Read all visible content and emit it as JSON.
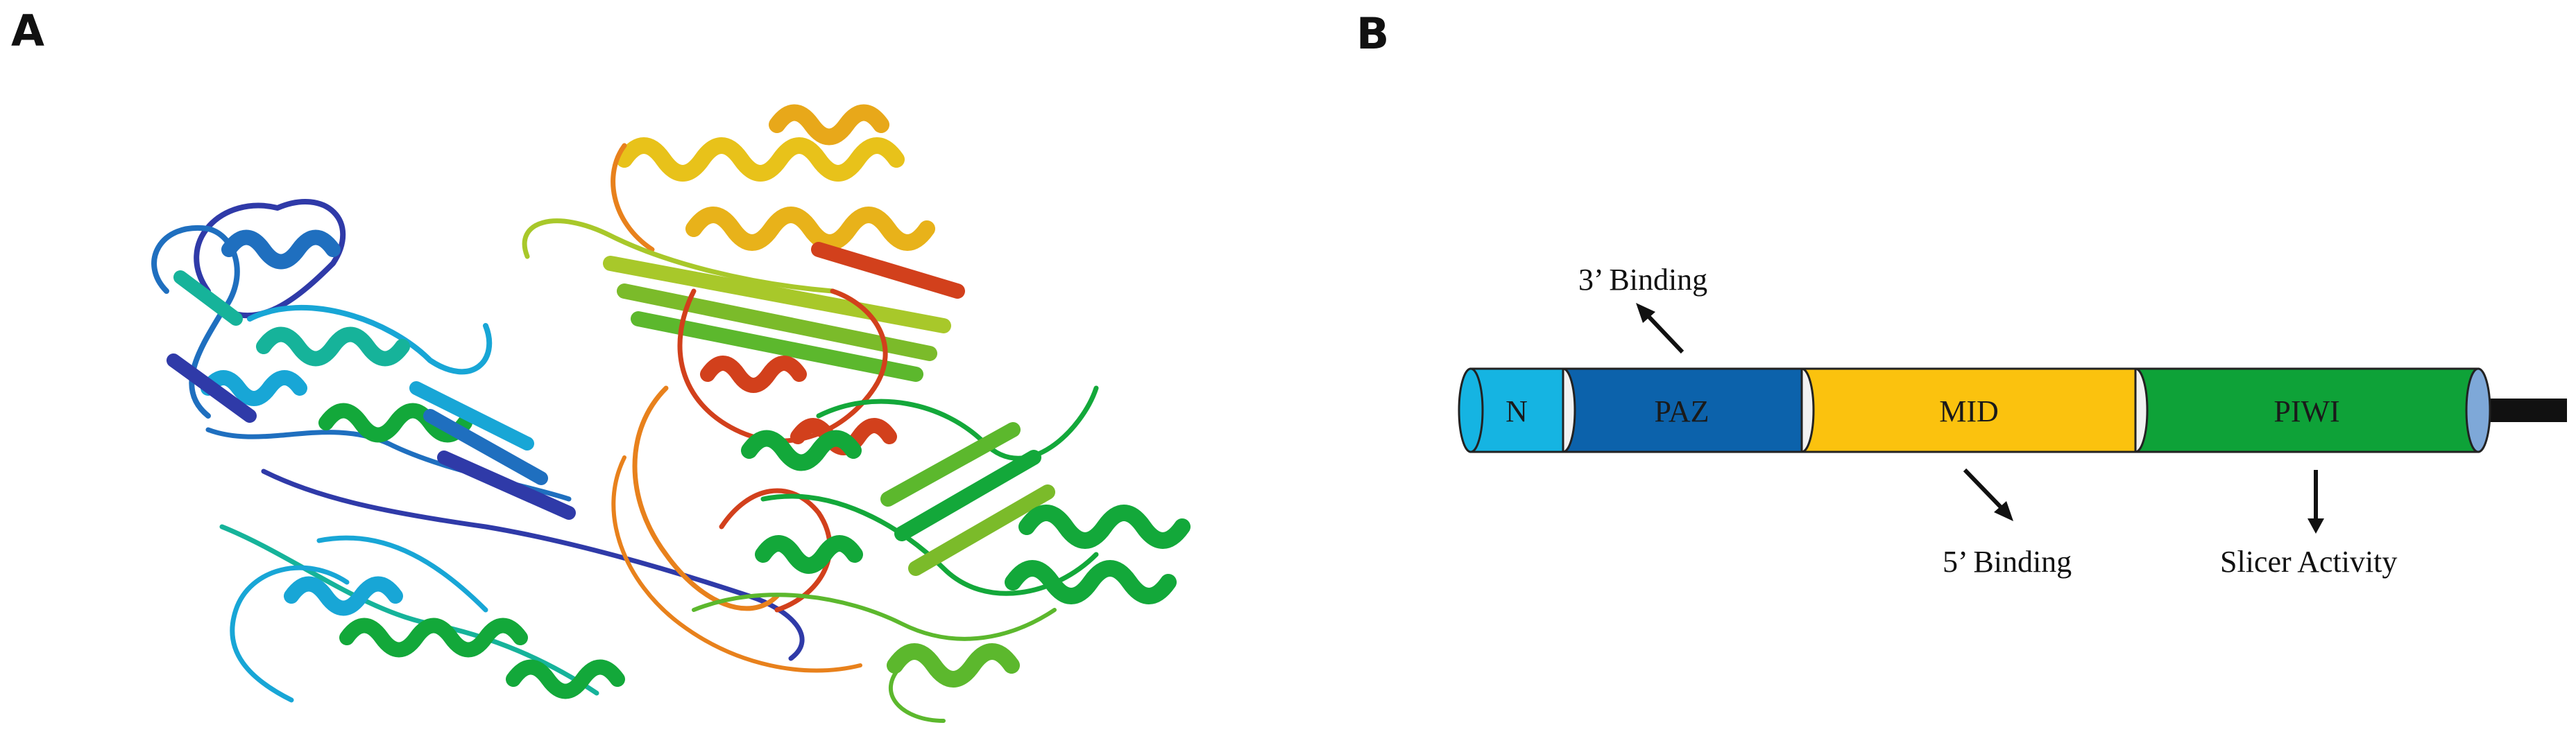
{
  "panels": {
    "a": {
      "label": "A"
    },
    "b": {
      "label": "B"
    }
  },
  "domains": [
    {
      "key": "n",
      "label": "N",
      "color": "#15b4e2"
    },
    {
      "key": "paz",
      "label": "PAZ",
      "color": "#0c62ab"
    },
    {
      "key": "mid",
      "label": "MID",
      "color": "#fbc20e"
    },
    {
      "key": "piwi",
      "label": "PIWI",
      "color": "#0ea238"
    }
  ],
  "annotations": {
    "three_prime": "3’ Binding",
    "five_prime": "5’ Binding",
    "slicer": "Slicer Activity"
  },
  "colors": {
    "end_cap": "#7ea8d8",
    "tail": "#111111",
    "outline": "#222222"
  },
  "protein_structure": {
    "description_colors": [
      "#2f3aa8",
      "#1f6fbf",
      "#18a6d6",
      "#16b39a",
      "#13a83a",
      "#5cb82d",
      "#a8c82a",
      "#e8c21a",
      "#e8811c",
      "#d2401c",
      "#9a9a9a"
    ]
  }
}
